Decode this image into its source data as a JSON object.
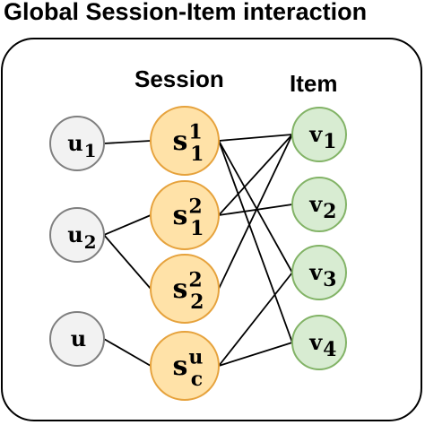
{
  "title": "Global Session-Item interaction",
  "columns": {
    "session": "Session",
    "item": "Item"
  },
  "users": [
    {
      "base": "u",
      "sub": "1"
    },
    {
      "base": "u",
      "sub": "2"
    },
    {
      "base": "u",
      "sub": ""
    }
  ],
  "sessions": [
    {
      "base": "s",
      "sub": "1",
      "sup": "1"
    },
    {
      "base": "s",
      "sub": "1",
      "sup": "2"
    },
    {
      "base": "s",
      "sub": "2",
      "sup": "2"
    },
    {
      "base": "s",
      "sub": "c",
      "sup": "u"
    }
  ],
  "items": [
    {
      "base": "v",
      "sub": "1"
    },
    {
      "base": "v",
      "sub": "2"
    },
    {
      "base": "v",
      "sub": "3"
    },
    {
      "base": "v",
      "sub": "4"
    }
  ],
  "user_session_edges": [
    [
      0,
      0
    ],
    [
      1,
      1
    ],
    [
      1,
      2
    ],
    [
      2,
      3
    ]
  ],
  "session_item_edges": [
    [
      0,
      0
    ],
    [
      0,
      2
    ],
    [
      0,
      3
    ],
    [
      1,
      0
    ],
    [
      1,
      1
    ],
    [
      2,
      0
    ],
    [
      3,
      2
    ],
    [
      3,
      3
    ]
  ],
  "colors": {
    "user_fill": "#f2f2f2",
    "user_stroke": "#7f7f7f",
    "session_fill": "#ffe2a8",
    "session_stroke": "#e6a23c",
    "item_fill": "#d8ecd2",
    "item_stroke": "#82b366",
    "frame_stroke": "#000000",
    "edge": "#000000"
  }
}
